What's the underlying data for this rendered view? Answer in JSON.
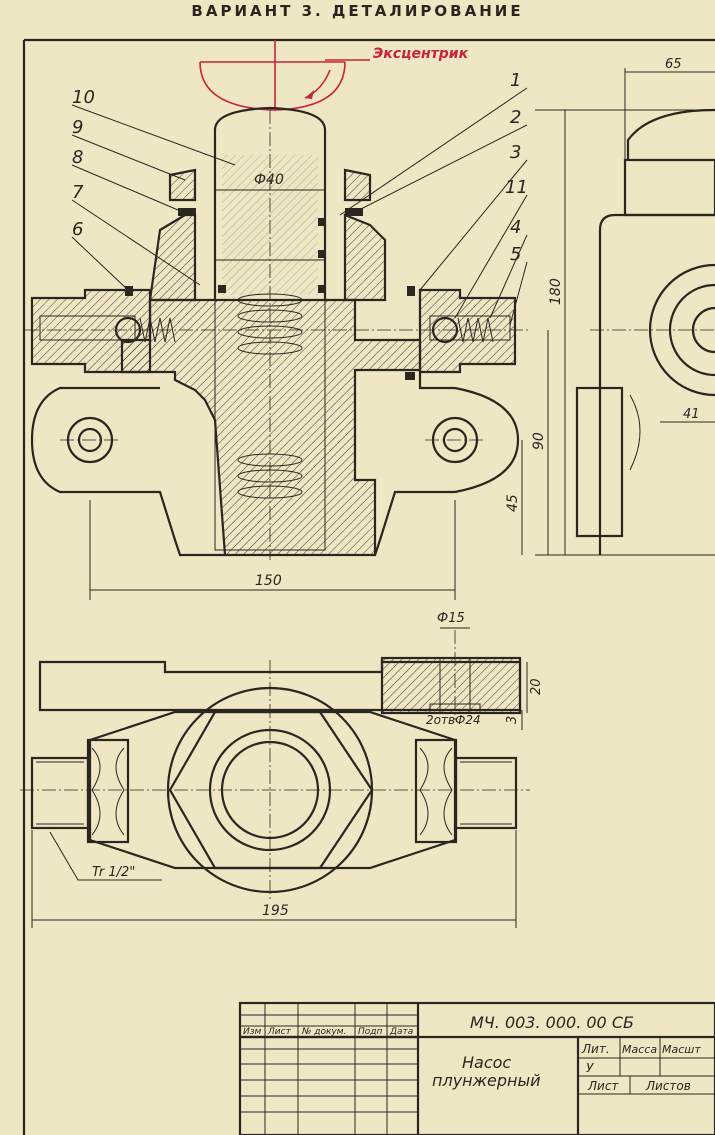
{
  "title": "ВАРИАНТ 3. ДЕТАЛИРОВАНИЕ",
  "eccentric_label": "Эксцентрик",
  "part_numbers": [
    "10",
    "9",
    "8",
    "7",
    "6",
    "1",
    "2",
    "3",
    "11",
    "4",
    "5"
  ],
  "dimensions": {
    "d40": "Ф40",
    "w150": "150",
    "h180": "180",
    "h90": "90",
    "h45": "45",
    "w65": "65",
    "w41": "41",
    "d15": "Ф15",
    "h20": "20",
    "h3": "3",
    "holes": "2отвФ24",
    "w195": "195",
    "thread": "Tr 1/2\""
  },
  "title_block": {
    "designation": "МЧ. 003. 000. 00 СБ",
    "name_line1": "Насос",
    "name_line2": "плунжерный",
    "headers": [
      "Изм",
      "Лист",
      "№ докум.",
      "Подп",
      "Дата"
    ],
    "lit": "Лит.",
    "massa": "Масса",
    "masht": "Масшт",
    "lit_value": "У",
    "list": "Лист",
    "listov": "Листов"
  },
  "colors": {
    "paper": "#efe6c4",
    "ink": "#2b2620",
    "accent_red": "#c8243a"
  }
}
